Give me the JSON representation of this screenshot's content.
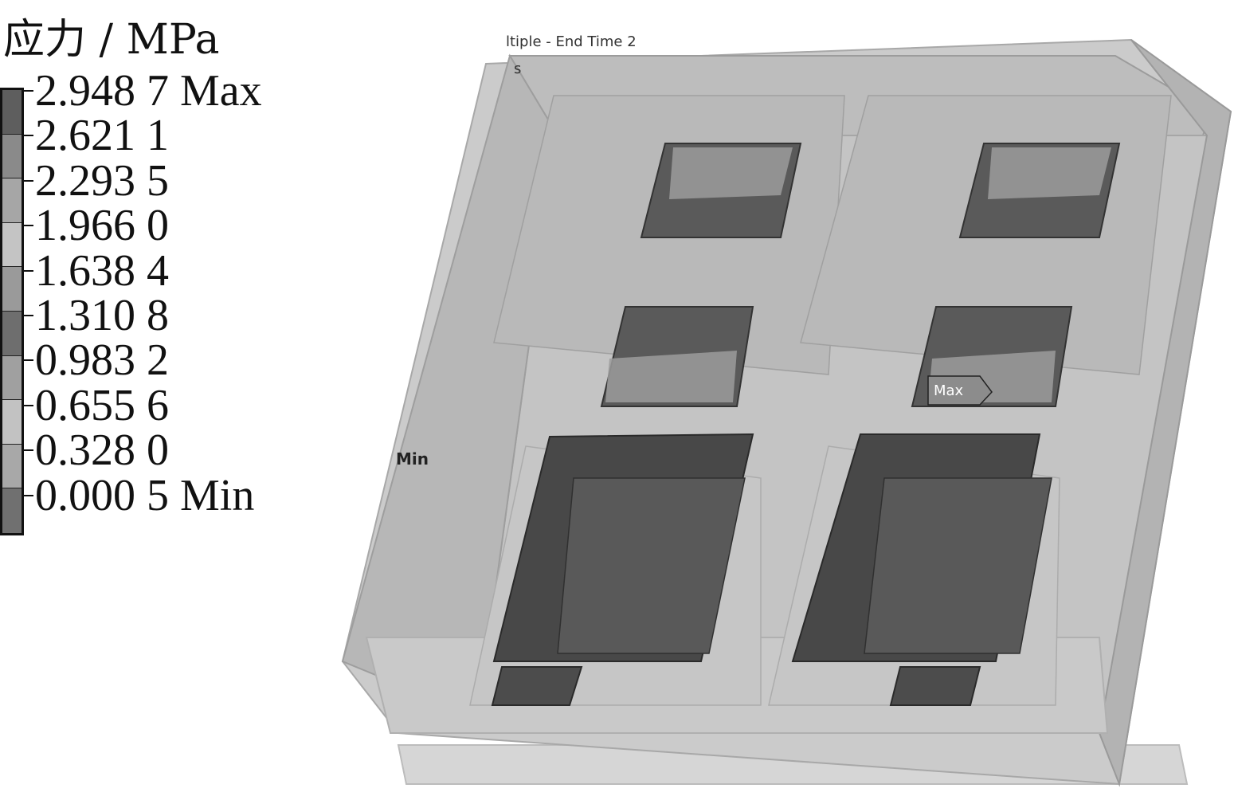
{
  "legend": {
    "title": "应力 / MPa",
    "labels": [
      "2.948 7 Max",
      "2.621 1",
      "2.293 5",
      "1.966 0",
      "1.638 4",
      "1.310 8",
      "0.983 2",
      "0.655 6",
      "0.328 0",
      "0.000 5 Min"
    ],
    "swatch_colors": [
      "#5e5e5e",
      "#8a8a8a",
      "#a6a6a6",
      "#c4c4c4",
      "#9a9a9a",
      "#6e6e6e",
      "#a0a0a0",
      "#c2c2c2",
      "#a8a8a8",
      "#707070"
    ]
  },
  "viewport": {
    "header_text": "ltiple - End Time 2",
    "subheader_text": "s",
    "max_probe_label": "Max",
    "min_probe_label": "Min"
  }
}
